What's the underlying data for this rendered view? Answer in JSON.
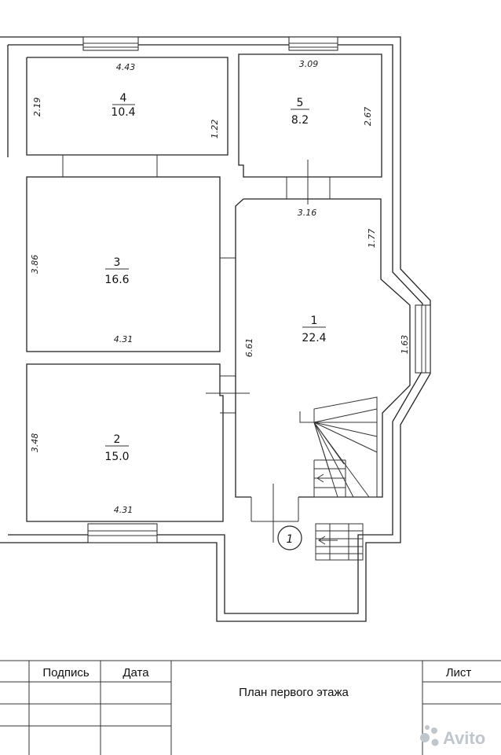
{
  "rooms": [
    {
      "number": "1",
      "area": "22.4"
    },
    {
      "number": "2",
      "area": "15.0"
    },
    {
      "number": "3",
      "area": "16.6"
    },
    {
      "number": "4",
      "area": "10.4"
    },
    {
      "number": "5",
      "area": "8.2"
    }
  ],
  "dimensions": {
    "r4_top": "4.43",
    "r4_left": "2.19",
    "r4_right": "1.22",
    "r5_top": "3.09",
    "r5_right": "2.67",
    "r3_left": "3.86",
    "r3_bottom": "4.31",
    "r2_left": "3.48",
    "r2_bottom": "4.31",
    "r1_top": "3.16",
    "r1_right_top": "1.77",
    "r1_bay": "1.63",
    "r1_left": "6.61"
  },
  "entrance_marker": "1",
  "title_block": {
    "signature_label": "Подпись",
    "date_label": "Дата",
    "sheet_label": "Лист",
    "title": "План первого этажа"
  },
  "watermark": "Avito"
}
